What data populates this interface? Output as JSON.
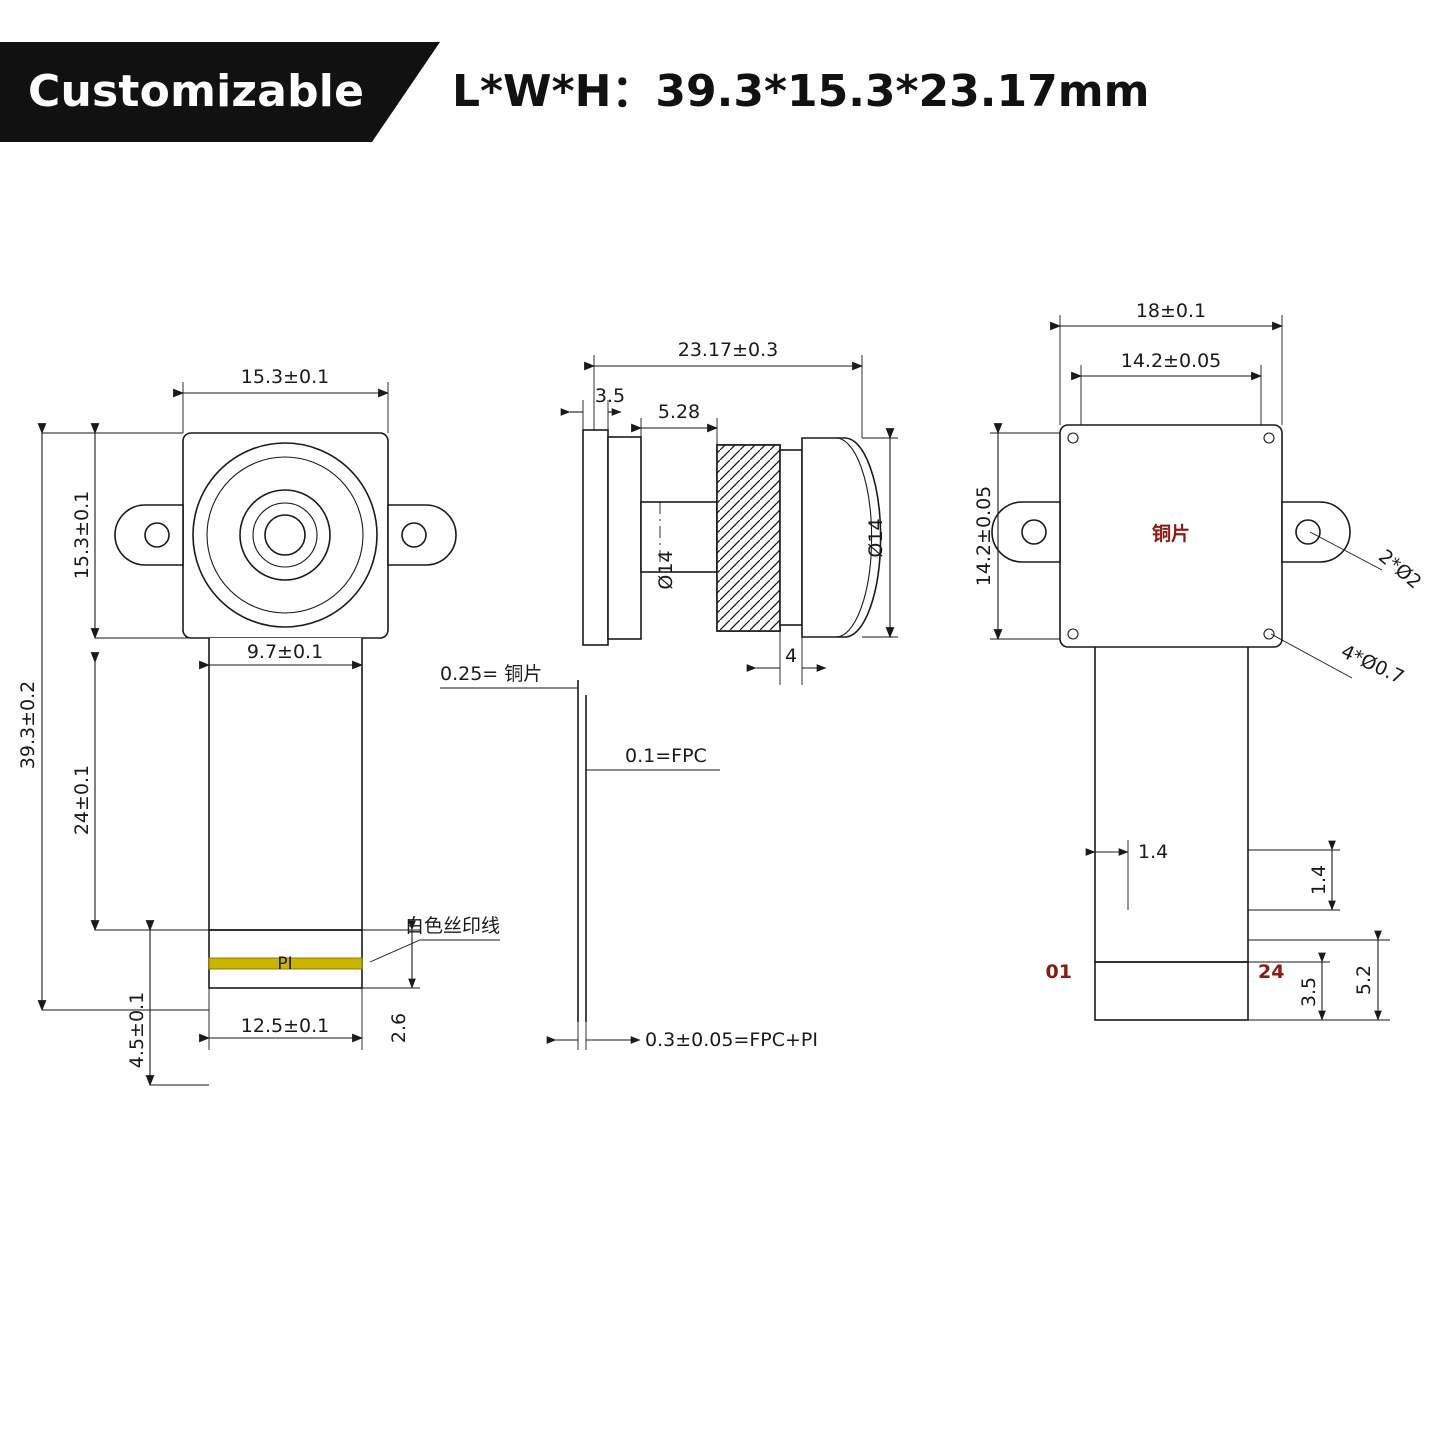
{
  "banner": {
    "tag_label": "Customizable",
    "headline": "L*W*H：39.3*15.3*23.17mm"
  },
  "drawing": {
    "views": {
      "front": {
        "name": "front-view",
        "dimensions": {
          "width_top": "15.3±0.1",
          "height_left_inner": "15.3±0.1",
          "height_overall": "39.3±0.2",
          "height_mid": "24±0.1",
          "neck_width": "9.7±0.1",
          "connector_width": "12.5±0.1",
          "connector_height": "2.6",
          "bottom_height": "4.5±0.1",
          "pi_label": "PI",
          "silk_note": "白色丝印线"
        }
      },
      "side": {
        "name": "side-view",
        "dimensions": {
          "total_length": "23.17±0.3",
          "base_thickness": "3.5",
          "step": "5.28",
          "barrel_dia": "Ø14",
          "lens_dia": "Ø14",
          "front_len": "4",
          "copper_note": "0.25= 铜片",
          "fpc_note": "0.1=FPC",
          "stack_note": "0.3±0.05=FPC+PI"
        }
      },
      "back": {
        "name": "back-view",
        "dimensions": {
          "outer_width": "18±0.1",
          "inner_width": "14.2±0.05",
          "inner_height": "14.2±0.05",
          "copper_label": "铜片",
          "hole_note_1": "2*Ø2",
          "hole_note_2": "4*Ø0.7",
          "pad_left_offset": "1.4",
          "pad_right_offset": "1.4",
          "pin_first": "01",
          "pin_last": "24",
          "pad_h1": "3.5",
          "pad_h2": "5.2"
        }
      }
    }
  }
}
